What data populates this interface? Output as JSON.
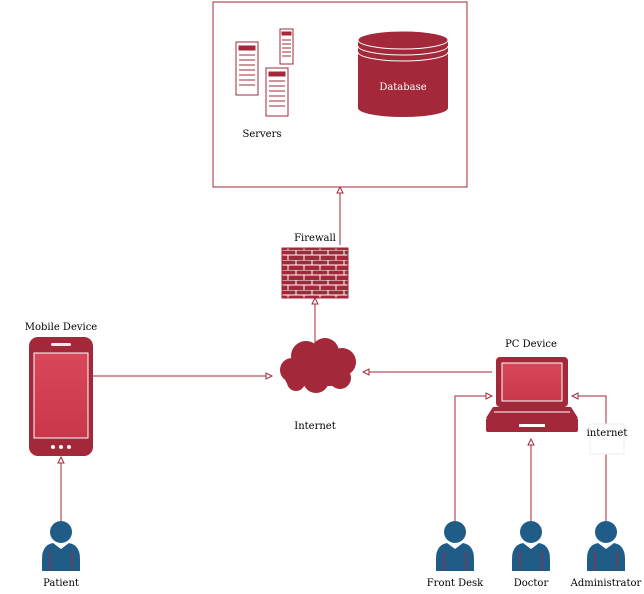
{
  "labels": {
    "servers": "Servers",
    "database": "Database",
    "firewall": "Firewall",
    "mobile_device": "Mobile Device",
    "pc_device": "PC Device",
    "internet": "Internet",
    "internet_link": "internet",
    "patient": "Patient",
    "front_desk": "Front Desk",
    "doctor": "Doctor",
    "administrator": "Administrator"
  },
  "icons": {
    "servers": "server-rack-icon",
    "database": "database-cylinder-icon",
    "firewall": "brick-wall-icon",
    "cloud": "cloud-icon",
    "mobile": "mobile-phone-icon",
    "laptop": "laptop-icon",
    "user": "user-icon"
  },
  "colors": {
    "primary": "#A3283A",
    "primary_light": "#D04050",
    "person": "#1F5C88",
    "line": "#A3283A"
  }
}
